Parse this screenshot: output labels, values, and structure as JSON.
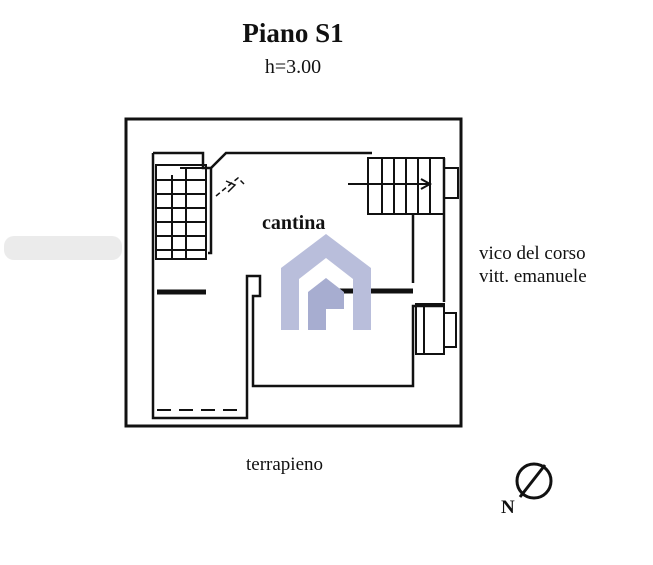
{
  "plan": {
    "title": "Piano S1",
    "height_note": "h=3.00",
    "room_label": "cantina",
    "street_lines": [
      "vico del corso",
      "vitt. emanuele"
    ],
    "bottom_label": "terrapieno",
    "north_label": "N"
  },
  "icons": {
    "watermark": "house-logo-icon",
    "compass": "north-arrow-icon",
    "stairs": "stairs-icon"
  },
  "colors": {
    "ink": "#111111",
    "watermark": "#b9bedb"
  }
}
